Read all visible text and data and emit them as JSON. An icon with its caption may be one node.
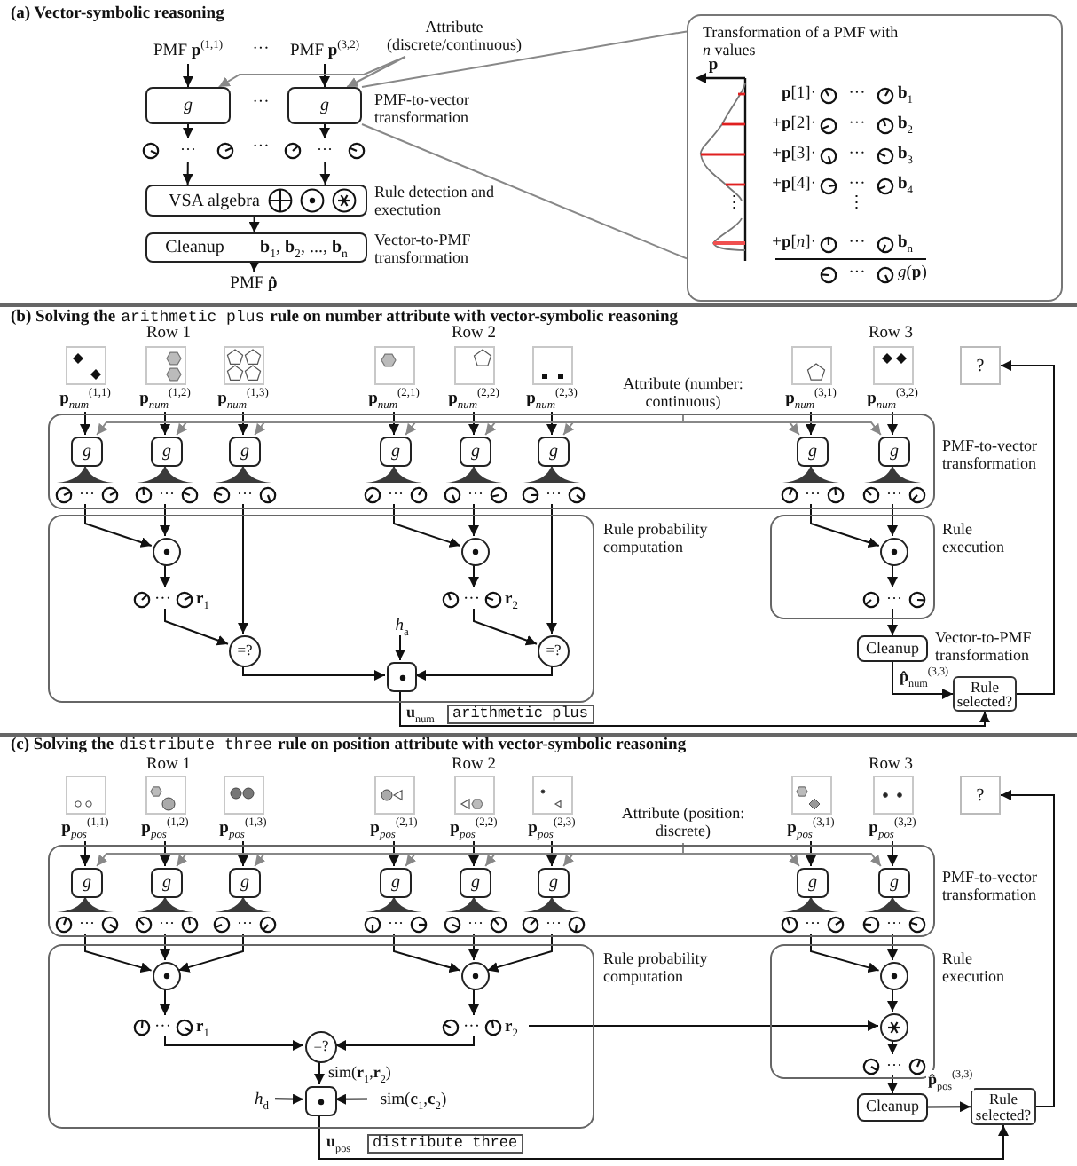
{
  "diagram": {
    "nodes": [
      {
        "text": [
          "PMF **p**$^{(1,1)}$"
        ]
      },
      {
        "text": [
          "PMF **p**$^{(3,2)}$"
        ]
      },
      {
        "text": [
          "Attribute (discrete/continuous)"
        ]
      },
      {
        "text": [
          "g"
        ]
      },
      {
        "text": [
          "g"
        ],
        "beside": [
          "PMF-to-vector transformation"
        ]
      },
      {
        "text": [
          "···"
        ]
      },
      {
        "text": [
          "···"
        ]
      },
      {
        "text": [
          "VSA algebra"
        ],
        "beside": [
          "Rule detection and exectution"
        ]
      },
      {
        "text": [
          "Cleanup",
          "**b**$_{1}$, **b**$_{2}$, ..., **b**$_{n}$"
        ],
        "beside": [
          "Vector-to-PMF transformation"
        ]
      },
      {
        "text": [
          "PMF **p̂**"
        ]
      },
      {
        "text": [
          "Transformation of a PMF with *n* values"
        ]
      },
      {
        "text": [],
        "shape": "picture"
      },
      {
        "text": [],
        "shape": "picture"
      },
      {
        "text": [],
        "shape": "picture"
      },
      {
        "text": [],
        "shape": "picture"
      },
      {
        "text": [],
        "shape": "picture"
      },
      {
        "text": [],
        "shape": "picture"
      },
      {
        "text": [],
        "shape": "picture"
      },
      {
        "text": [],
        "shape": "picture"
      },
      {
        "text": [
          "?"
        ]
      },
      {
        "text": [
          "**p**$_{num}$$^{(1,1)}$"
        ]
      },
      {
        "text": [
          "**p**$_{num}$$^{(1,2)}$"
        ]
      },
      {
        "text": [
          "**p**$_{num}$$^{(1,3)}$"
        ]
      },
      {
        "text": [
          "**p**$_{num}$$^{(2,1)}$"
        ]
      },
      {
        "text": [
          "**p**$_{num}$$^{(2,2)}$"
        ]
      },
      {
        "text": [
          "**p**$_{num}$$^{(2,3)}$"
        ]
      },
      {
        "text": [
          "**p**$_{num}$$^{(3,1)}$"
        ]
      },
      {
        "text": [
          "**p**$_{num}$$^{(3,2)}$"
        ]
      },
      {
        "text": [
          "Attribute (number: continuous)"
        ]
      },
      {
        "text": [
          "PMF-to-vector transformation"
        ]
      },
      {
        "text": [
          "g"
        ],
        "in": 29
      },
      {
        "text": [
          "g"
        ],
        "in": 29
      },
      {
        "text": [
          "g"
        ],
        "in": 29
      },
      {
        "text": [
          "g"
        ],
        "in": 29
      },
      {
        "text": [
          "g"
        ],
        "in": 29
      },
      {
        "text": [
          "g"
        ],
        "in": 29
      },
      {
        "text": [
          "g"
        ],
        "in": 29
      },
      {
        "text": [
          "g"
        ],
        "in": 29
      },
      {
        "text": [
          "···"
        ],
        "in": 29
      },
      {
        "text": [
          "···"
        ],
        "in": 29
      },
      {
        "text": [
          "···"
        ],
        "in": 29
      },
      {
        "text": [
          "···"
        ],
        "in": 29
      },
      {
        "text": [
          "···"
        ],
        "in": 29
      },
      {
        "text": [
          "···"
        ],
        "in": 29
      },
      {
        "text": [
          "···"
        ],
        "in": 29
      },
      {
        "text": [
          "···"
        ],
        "in": 29
      },
      {
        "text": [
          "Rule probability computation"
        ]
      },
      {
        "text": [],
        "shape": "circle",
        "in": 46
      },
      {
        "text": [],
        "shape": "circle",
        "in": 46
      },
      {
        "text": [
          "···",
          "**r**$_{1}$"
        ],
        "in": 46
      },
      {
        "text": [
          "···",
          "**r**$_{2}$"
        ],
        "in": 46
      },
      {
        "text": [
          "*h*$_{a}$"
        ],
        "in": 46
      },
      {
        "text": [
          "=?"
        ],
        "in": 46
      },
      {
        "text": [],
        "shape": "box",
        "in": 46
      },
      {
        "text": [
          "=?"
        ],
        "in": 46
      },
      {
        "text": [
          "Rule execution"
        ]
      },
      {
        "text": [],
        "shape": "circle",
        "in": 55
      },
      {
        "text": [
          "···"
        ],
        "in": 55
      },
      {
        "text": [
          "Cleanup"
        ],
        "beside": [
          "Vector-to-PMF transformation"
        ]
      },
      {
        "text": [
          "Rule selected?"
        ]
      },
      {
        "text": [],
        "shape": "picture"
      },
      {
        "text": [],
        "shape": "picture"
      },
      {
        "text": [],
        "shape": "picture"
      },
      {
        "text": [],
        "shape": "picture"
      },
      {
        "text": [],
        "shape": "picture"
      },
      {
        "text": [],
        "shape": "picture"
      },
      {
        "text": [],
        "shape": "picture"
      },
      {
        "text": [],
        "shape": "picture"
      },
      {
        "text": [
          "?"
        ]
      },
      {
        "text": [
          "**p**$_{pos}$$^{(1,1)}$"
        ]
      },
      {
        "text": [
          "**p**$_{pos}$$^{(1,2)}$"
        ]
      },
      {
        "text": [
          "**p**$_{pos}$$^{(1,3)}$"
        ]
      },
      {
        "text": [
          "**p**$_{pos}$$^{(2,1)}$"
        ]
      },
      {
        "text": [
          "**p**$_{pos}$$^{(2,2)}$"
        ]
      },
      {
        "text": [
          "**p**$_{pos}$$^{(2,3)}$"
        ]
      },
      {
        "text": [
          "**p**$_{pos}$$^{(3,1)}$"
        ]
      },
      {
        "text": [
          "**p**$_{pos}$$^{(3,2)}$"
        ]
      },
      {
        "text": [
          "Attribute (position: discrete)"
        ]
      },
      {
        "text": [
          "PMF-to-vector transformation"
        ]
      },
      {
        "text": [
          "g"
        ],
        "in": 78
      },
      {
        "text": [
          "g"
        ],
        "in": 78
      },
      {
        "text": [
          "g"
        ],
        "in": 78
      },
      {
        "text": [
          "g"
        ],
        "in": 78
      },
      {
        "text": [
          "g"
        ],
        "in": 78
      },
      {
        "text": [
          "g"
        ],
        "in": 78
      },
      {
        "text": [
          "g"
        ],
        "in": 78
      },
      {
        "text": [
          "g"
        ],
        "in": 78
      },
      {
        "text": [
          "···"
        ],
        "in": 78
      },
      {
        "text": [
          "···"
        ],
        "in": 78
      },
      {
        "text": [
          "···"
        ],
        "in": 78
      },
      {
        "text": [
          "···"
        ],
        "in": 78
      },
      {
        "text": [
          "···"
        ],
        "in": 78
      },
      {
        "text": [
          "···"
        ],
        "in": 78
      },
      {
        "text": [
          "···"
        ],
        "in": 78
      },
      {
        "text": [
          "···"
        ],
        "in": 78
      },
      {
        "text": [
          "Rule probability computation"
        ]
      },
      {
        "text": [],
        "shape": "circle",
        "in": 95
      },
      {
        "text": [],
        "shape": "circle",
        "in": 95
      },
      {
        "text": [
          "···",
          "**r**$_{1}$"
        ],
        "in": 95
      },
      {
        "text": [
          "···",
          "**r**$_{2}$"
        ],
        "in": 95
      },
      {
        "text": [
          "=?"
        ],
        "in": 95
      },
      {
        "text": [
          "*h*$_{d}$"
        ],
        "in": 95
      },
      {
        "text": [],
        "shape": "box",
        "in": 95
      },
      {
        "text": [
          "sim(**c**$_{1}$,**c**$_{2}$)"
        ],
        "in": 95
      },
      {
        "text": [
          "Rule execution"
        ]
      },
      {
        "text": [],
        "shape": "circle",
        "in": 104
      },
      {
        "text": [],
        "shape": "circle",
        "in": 104
      },
      {
        "text": [
          "···"
        ],
        "in": 104
      },
      {
        "text": [
          "Cleanup"
        ]
      },
      {
        "text": [
          "Rule selected?"
        ]
      }
    ],
    "edges": [
      {
        "from": 0,
        "to": 3,
        "arrow": "to"
      },
      {
        "from": 1,
        "to": 4,
        "arrow": "to"
      },
      {
        "from": 2,
        "to": 3,
        "arrow": "to",
        "color": "#888888"
      },
      {
        "from": 2,
        "to": 4,
        "arrow": "to",
        "color": "#888888"
      },
      {
        "from": 3,
        "to": 5,
        "arrow": "to"
      },
      {
        "from": 4,
        "to": 6,
        "arrow": "to"
      },
      {
        "from": 5,
        "to": 7,
        "arrow": "to"
      },
      {
        "from": 6,
        "to": 7,
        "arrow": "to"
      },
      {
        "from": 7,
        "to": 8,
        "arrow": "to"
      },
      {
        "from": 8,
        "to": 9,
        "arrow": "to"
      },
      {
        "from": 4,
        "to": 10,
        "arrow": "none",
        "color": "#888888"
      },
      {
        "from": 4,
        "to": 10,
        "arrow": "none",
        "color": "#888888"
      },
      {
        "from": 20,
        "to": 30,
        "arrow": "to"
      },
      {
        "from": 21,
        "to": 31,
        "arrow": "to"
      },
      {
        "from": 22,
        "to": 32,
        "arrow": "to"
      },
      {
        "from": 23,
        "to": 33,
        "arrow": "to"
      },
      {
        "from": 24,
        "to": 34,
        "arrow": "to"
      },
      {
        "from": 25,
        "to": 35,
        "arrow": "to"
      },
      {
        "from": 26,
        "to": 36,
        "arrow": "to"
      },
      {
        "from": 27,
        "to": 37,
        "arrow": "to"
      },
      {
        "from": 28,
        "to": 30,
        "arrow": "to",
        "color": "#888888"
      },
      {
        "from": 28,
        "to": 31,
        "arrow": "to",
        "color": "#888888"
      },
      {
        "from": 28,
        "to": 32,
        "arrow": "to",
        "color": "#888888"
      },
      {
        "from": 28,
        "to": 33,
        "arrow": "to",
        "color": "#888888"
      },
      {
        "from": 28,
        "to": 34,
        "arrow": "to",
        "color": "#888888"
      },
      {
        "from": 28,
        "to": 35,
        "arrow": "to",
        "color": "#888888"
      },
      {
        "from": 28,
        "to": 36,
        "arrow": "to",
        "color": "#888888"
      },
      {
        "from": 28,
        "to": 37,
        "arrow": "to",
        "color": "#888888"
      },
      {
        "from": 38,
        "to": 47,
        "arrow": "to"
      },
      {
        "from": 39,
        "to": 47,
        "arrow": "to"
      },
      {
        "from": 40,
        "to": 52,
        "arrow": "to"
      },
      {
        "from": 41,
        "to": 48,
        "arrow": "to"
      },
      {
        "from": 42,
        "to": 48,
        "arrow": "to"
      },
      {
        "from": 43,
        "to": 54,
        "arrow": "to"
      },
      {
        "from": 44,
        "to": 56,
        "arrow": "to"
      },
      {
        "from": 45,
        "to": 56,
        "arrow": "to"
      },
      {
        "from": 47,
        "to": 49,
        "arrow": "to"
      },
      {
        "from": 48,
        "to": 50,
        "arrow": "to"
      },
      {
        "from": 49,
        "to": 52,
        "arrow": "to"
      },
      {
        "from": 50,
        "to": 54,
        "arrow": "to"
      },
      {
        "from": 51,
        "to": 53,
        "arrow": "to"
      },
      {
        "from": 52,
        "to": 53,
        "arrow": "to"
      },
      {
        "from": 54,
        "to": 53,
        "arrow": "to"
      },
      {
        "from": 53,
        "to": 59,
        "arrow": "to",
        "label": "**u**$_{num}$"
      },
      {
        "from": 56,
        "to": 57,
        "arrow": "to"
      },
      {
        "from": 57,
        "to": 58,
        "arrow": "to"
      },
      {
        "from": 58,
        "to": 59,
        "arrow": "to",
        "label": "**p̂**$_{num}$$^{(3,3)}$"
      },
      {
        "from": 59,
        "to": 19,
        "arrow": "to"
      },
      {
        "from": 69,
        "to": 79,
        "arrow": "to"
      },
      {
        "from": 70,
        "to": 80,
        "arrow": "to"
      },
      {
        "from": 71,
        "to": 81,
        "arrow": "to"
      },
      {
        "from": 72,
        "to": 82,
        "arrow": "to"
      },
      {
        "from": 73,
        "to": 83,
        "arrow": "to"
      },
      {
        "from": 74,
        "to": 84,
        "arrow": "to"
      },
      {
        "from": 75,
        "to": 85,
        "arrow": "to"
      },
      {
        "from": 76,
        "to": 86,
        "arrow": "to"
      },
      {
        "from": 77,
        "to": 79,
        "arrow": "to",
        "color": "#888888"
      },
      {
        "from": 77,
        "to": 80,
        "arrow": "to",
        "color": "#888888"
      },
      {
        "from": 77,
        "to": 81,
        "arrow": "to",
        "color": "#888888"
      },
      {
        "from": 77,
        "to": 82,
        "arrow": "to",
        "color": "#888888"
      },
      {
        "from": 77,
        "to": 83,
        "arrow": "to",
        "color": "#888888"
      },
      {
        "from": 77,
        "to": 84,
        "arrow": "to",
        "color": "#888888"
      },
      {
        "from": 77,
        "to": 85,
        "arrow": "to",
        "color": "#888888"
      },
      {
        "from": 77,
        "to": 86,
        "arrow": "to",
        "color": "#888888"
      },
      {
        "from": 87,
        "to": 96,
        "arrow": "to"
      },
      {
        "from": 88,
        "to": 96,
        "arrow": "to"
      },
      {
        "from": 89,
        "to": 96,
        "arrow": "to"
      },
      {
        "from": 90,
        "to": 97,
        "arrow": "to"
      },
      {
        "from": 91,
        "to": 97,
        "arrow": "to"
      },
      {
        "from": 92,
        "to": 97,
        "arrow": "to"
      },
      {
        "from": 93,
        "to": 105,
        "arrow": "to"
      },
      {
        "from": 94,
        "to": 105,
        "arrow": "to"
      },
      {
        "from": 96,
        "to": 98,
        "arrow": "to"
      },
      {
        "from": 97,
        "to": 99,
        "arrow": "to"
      },
      {
        "from": 98,
        "to": 100,
        "arrow": "to"
      },
      {
        "from": 99,
        "to": 100,
        "arrow": "to"
      },
      {
        "from": 100,
        "to": 102,
        "arrow": "to",
        "label": "sim(**r**$_{1}$,**r**$_{2}$)"
      },
      {
        "from": 101,
        "to": 102,
        "arrow": "to"
      },
      {
        "from": 103,
        "to": 102,
        "arrow": "to"
      },
      {
        "from": 102,
        "to": 109,
        "arrow": "to",
        "label": "**u**$_{pos}$"
      },
      {
        "from": 99,
        "to": 106,
        "arrow": "to"
      },
      {
        "from": 105,
        "to": 106,
        "arrow": "to"
      },
      {
        "from": 106,
        "to": 107,
        "arrow": "to"
      },
      {
        "from": 107,
        "to": 108,
        "arrow": "to"
      },
      {
        "from": 108,
        "to": 109,
        "arrow": "to",
        "label": "**p̂**$_{pos}$$^{(3,3)}$"
      },
      {
        "from": 109,
        "to": 68,
        "arrow": "to"
      }
    ],
    "labels": [
      "(a) Vector-symbolic reasoning",
      "···",
      "···",
      "···",
      "**p**",
      "**p**[1]·",
      "···",
      "**b**$_{1}$",
      "+**p**[2]·",
      "···",
      "**b**$_{2}$",
      "+**p**[3]·",
      "···",
      "**b**$_{3}$",
      "+**p**[4]·",
      "···",
      "**b**$_{4}$",
      "⋮",
      "⋮",
      "+**p**[*n*]·",
      "···",
      "**b**$_{n}$",
      "···",
      "*g*(**p**)",
      "(b) Solving the",
      "arithmetic plus",
      "rule on number attribute with vector-symbolic reasoning",
      "Row 1",
      "Row 2",
      "Row 3",
      "arithmetic plus",
      "(c) Solving the",
      "distribute three",
      "rule on position attribute with vector-symbolic reasoning",
      "Row 1",
      "Row 2",
      "Row 3",
      "distribute three"
    ]
  }
}
